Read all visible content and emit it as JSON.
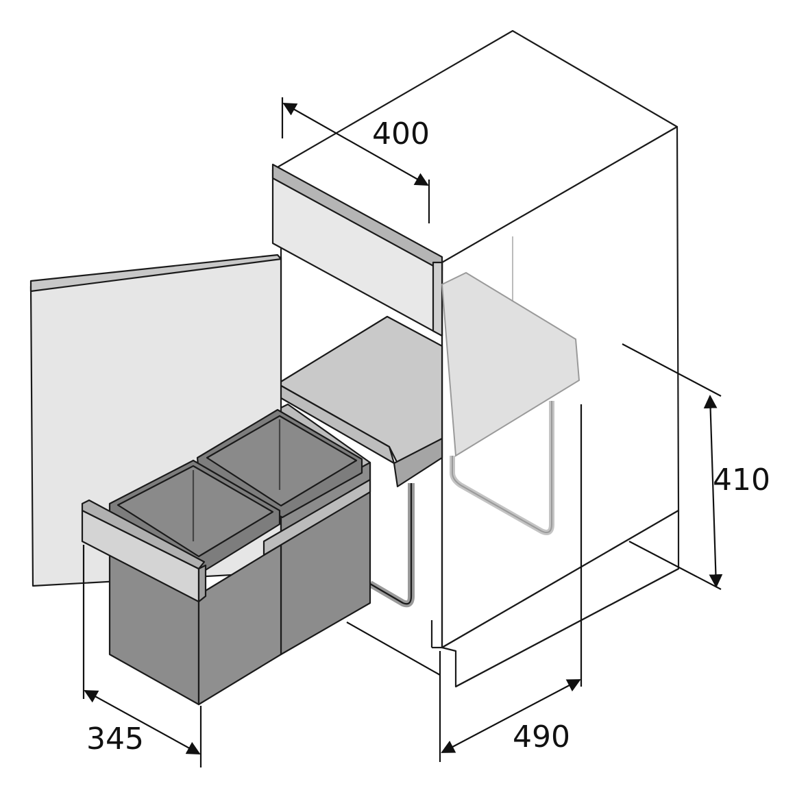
{
  "dimensions": {
    "width_label": "400",
    "height_label": "410",
    "bin_depth_label": "345",
    "cabinet_depth_label": "490"
  },
  "colors": {
    "outline": "#1a1a1a",
    "panel_light": "#e6e6e6",
    "panel_mid": "#c9c9c9",
    "frame_grey": "#a9a9a9",
    "bin_dark": "#8c8c8c",
    "bin_rim": "#7a7a7a"
  }
}
